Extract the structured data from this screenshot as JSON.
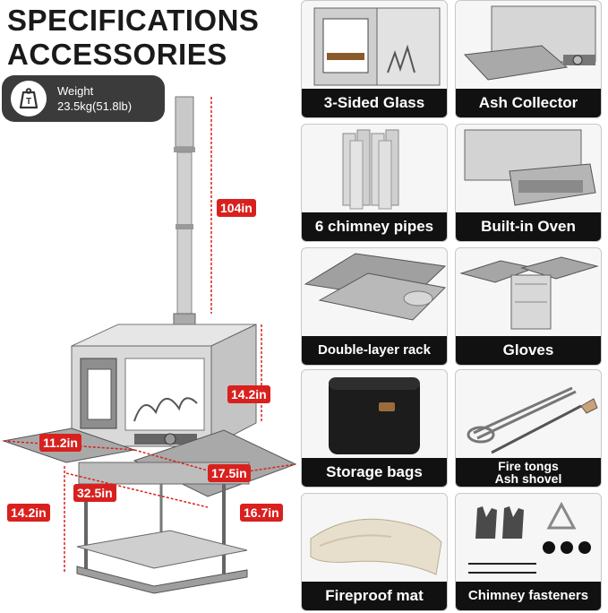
{
  "heading": {
    "line1": "SPECIFICATIONS",
    "line2": "ACCESSORIES"
  },
  "weight": {
    "label": "Weight",
    "value": "23.5kg(51.8lb)",
    "icon": "weight-icon",
    "icon_letter": "T"
  },
  "dimensions": {
    "chimney_height": "104in",
    "stove_height": "14.2in",
    "depth": "11.2in",
    "width": "17.5in",
    "total_width": "32.5in",
    "shelf_depth": "16.7in",
    "leg_height": "14.2in"
  },
  "tiles": [
    {
      "caption": "3-Sided Glass"
    },
    {
      "caption": "Ash Collector"
    },
    {
      "caption": "6 chimney pipes"
    },
    {
      "caption": "Built-in Oven"
    },
    {
      "caption": "Double-layer rack"
    },
    {
      "caption": "Gloves"
    },
    {
      "caption": "Storage bags"
    },
    {
      "caption_line1": "Fire tongs",
      "caption_line2": "Ash shovel"
    },
    {
      "caption": "Fireproof mat"
    },
    {
      "caption": "Chimney fasteners"
    }
  ],
  "colors": {
    "accent": "#d8211e",
    "badge": "#3b3b3b",
    "caption_bg": "#111111"
  }
}
